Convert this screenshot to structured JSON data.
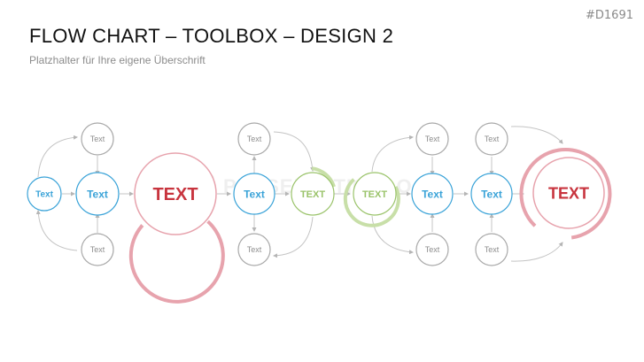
{
  "header": {
    "code": "#D1691",
    "title": "FLOW CHART – TOOLBOX – DESIGN 2",
    "subtitle": "Platzhalter für Ihre eigene Überschrift"
  },
  "watermark": "PRESENTATIONLOAD",
  "colors": {
    "blue": "#3aa3d8",
    "green": "#9ac36a",
    "red": "#c8343e",
    "pink": "#e7a3ad",
    "gray": "#a9a9a9",
    "grayText": "#8e8e8e"
  },
  "nodes": [
    {
      "id": "n1",
      "label": "Text",
      "style": "blue"
    },
    {
      "id": "n2",
      "label": "Text",
      "style": "gray"
    },
    {
      "id": "n3",
      "label": "Text",
      "style": "blue"
    },
    {
      "id": "n4",
      "label": "Text",
      "style": "gray"
    },
    {
      "id": "n5",
      "label": "TEXT",
      "style": "red"
    },
    {
      "id": "n6",
      "label": "Text",
      "style": "gray"
    },
    {
      "id": "n7",
      "label": "Text",
      "style": "blue"
    },
    {
      "id": "n8",
      "label": "Text",
      "style": "gray"
    },
    {
      "id": "n9",
      "label": "TEXT",
      "style": "green"
    },
    {
      "id": "n10",
      "label": "TEXT",
      "style": "green"
    },
    {
      "id": "n11",
      "label": "Text",
      "style": "gray"
    },
    {
      "id": "n12",
      "label": "Text",
      "style": "blue"
    },
    {
      "id": "n13",
      "label": "Text",
      "style": "gray"
    },
    {
      "id": "n14",
      "label": "Text",
      "style": "gray"
    },
    {
      "id": "n15",
      "label": "Text",
      "style": "blue"
    },
    {
      "id": "n16",
      "label": "Text",
      "style": "gray"
    },
    {
      "id": "n17",
      "label": "TEXT",
      "style": "red"
    }
  ]
}
